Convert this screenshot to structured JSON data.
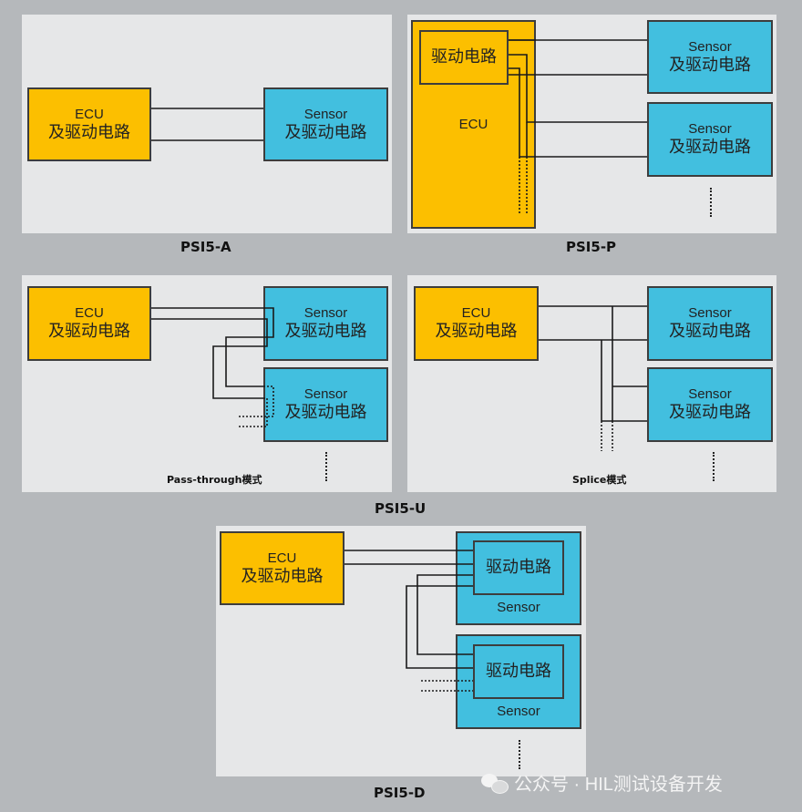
{
  "labels": {
    "ecu": "ECU",
    "driver": "及驱动电路",
    "driver_circuit": "驱动电路",
    "sensor": "Sensor"
  },
  "titles": {
    "psi5_a": "PSI5-A",
    "psi5_p": "PSI5-P",
    "psi5_u": "PSI5-U",
    "psi5_d": "PSI5-D"
  },
  "modes": {
    "pass_through": "Pass-through模式",
    "splice": "Splice模式"
  },
  "colors": {
    "ecu": "#fcbf00",
    "sensor": "#42bfdf",
    "panel": "#e6e7e8",
    "background": "#b5b8bb"
  },
  "watermark": {
    "icon": "wechat-icon",
    "text": "公众号 · HIL测试设备开发"
  }
}
